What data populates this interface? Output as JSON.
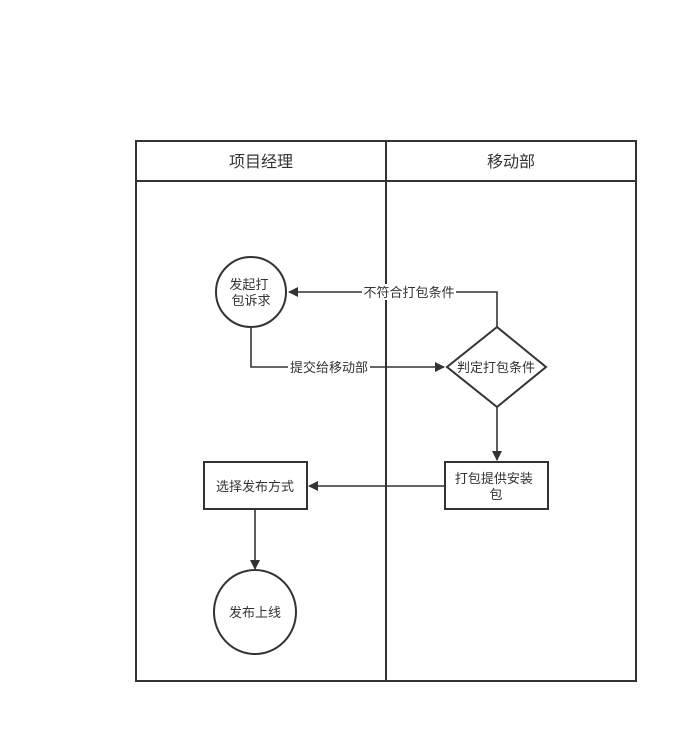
{
  "lanes": {
    "left": "项目经理",
    "right": "移动部"
  },
  "nodes": {
    "start": [
      "发起打",
      "包诉求"
    ],
    "decision": "判定打包条件",
    "package": [
      "打包提供安装",
      "包"
    ],
    "select": "选择发布方式",
    "release": "发布上线"
  },
  "edges": {
    "submit": "提交给移动部",
    "reject": "不符合打包条件"
  },
  "colors": {
    "stroke": "#333333",
    "background": "#ffffff",
    "text": "#333333"
  }
}
